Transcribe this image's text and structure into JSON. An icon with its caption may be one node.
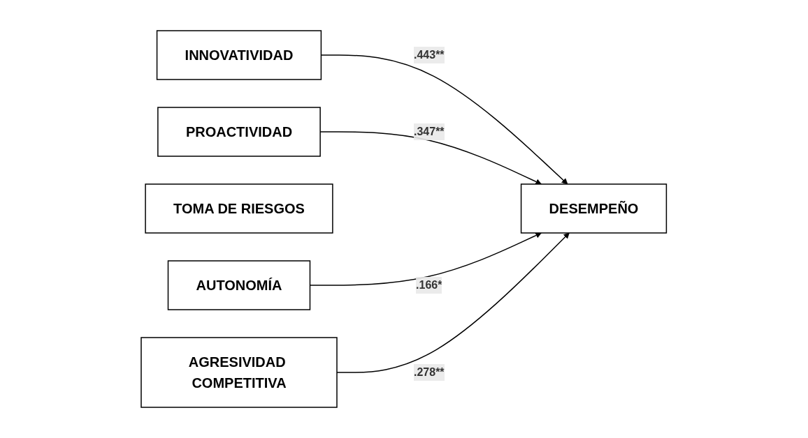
{
  "diagram": {
    "nodes": [
      {
        "text": [
          "INNOVATIVIDAD"
        ]
      },
      {
        "text": [
          "PROACTIVIDAD"
        ]
      },
      {
        "text": [
          "TOMA DE RIESGOS"
        ]
      },
      {
        "text": [
          "AUTONOMÍA"
        ]
      },
      {
        "text": [
          "AGRESIVIDAD COMPETITIVA"
        ]
      },
      {
        "text": [
          "DESEMPEÑO"
        ]
      }
    ],
    "edges": [
      {
        "from": 0,
        "to": 5,
        "arrow": "to",
        "label": ".443**"
      },
      {
        "from": 1,
        "to": 5,
        "arrow": "to",
        "label": ".347**"
      },
      {
        "from": 3,
        "to": 5,
        "arrow": "to",
        "label": ".166*"
      },
      {
        "from": 4,
        "to": 5,
        "arrow": "to",
        "label": ".278**"
      }
    ]
  }
}
